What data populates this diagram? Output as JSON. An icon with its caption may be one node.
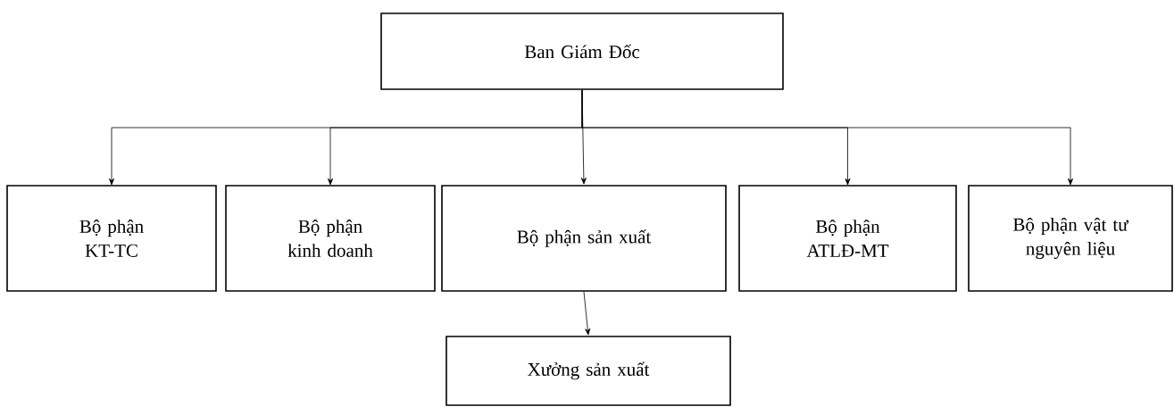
{
  "diagram": {
    "nodes": [
      {
        "text": [
          "Ban Giám Đốc"
        ]
      },
      {
        "text": [
          "Bộ phận KT-TC"
        ]
      },
      {
        "text": [
          "Bộ phận kinh doanh"
        ]
      },
      {
        "text": [
          "Bộ phận sản xuất"
        ]
      },
      {
        "text": [
          "Bộ phận ATLĐ-MT"
        ]
      },
      {
        "text": [
          "Bộ phận vật tư nguyên liệu"
        ]
      },
      {
        "text": [
          "Xưởng sản xuất"
        ]
      }
    ],
    "edges": [
      {
        "from": 0,
        "to": 1,
        "arrow": "to"
      },
      {
        "from": 0,
        "to": 2,
        "arrow": "to"
      },
      {
        "from": 0,
        "to": 3,
        "arrow": "to"
      },
      {
        "from": 0,
        "to": 4,
        "arrow": "to"
      },
      {
        "from": 0,
        "to": 5,
        "arrow": "to"
      },
      {
        "from": 3,
        "to": 6,
        "arrow": "to"
      }
    ]
  }
}
